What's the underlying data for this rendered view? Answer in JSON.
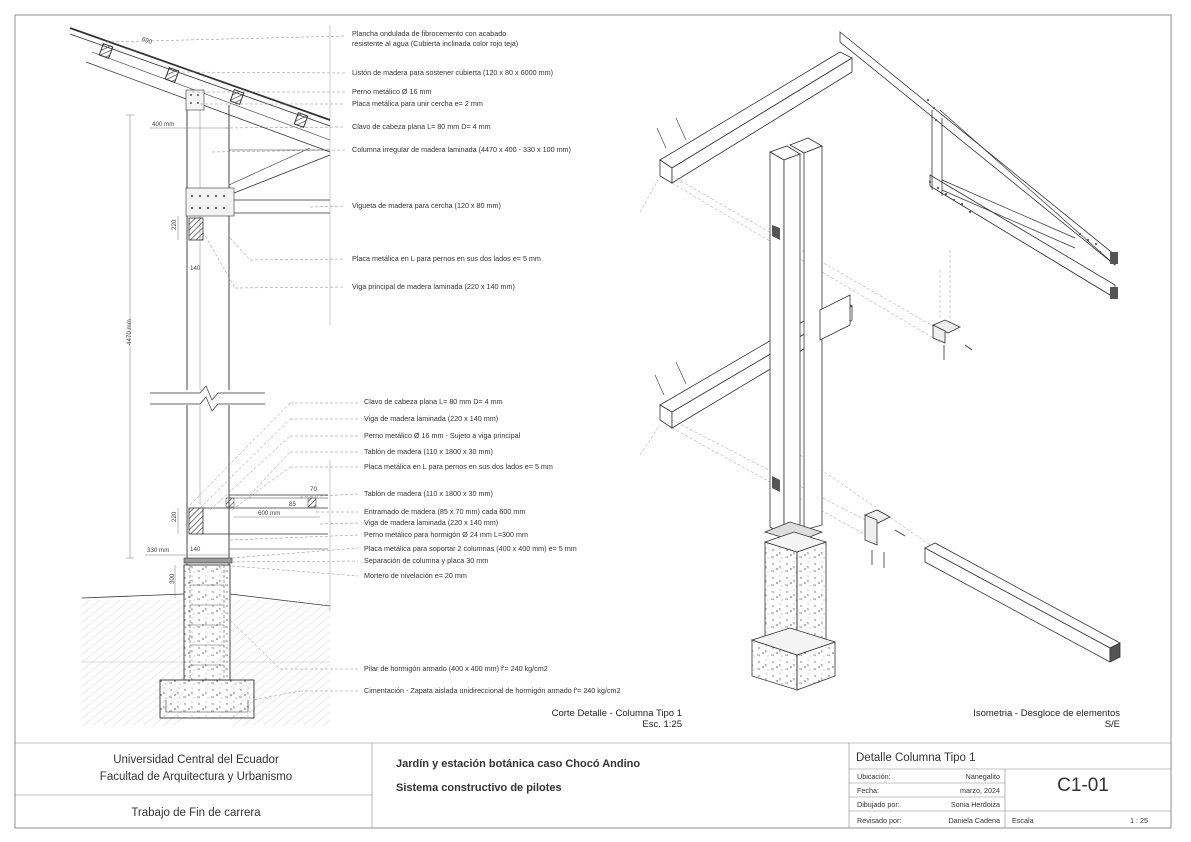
{
  "section": {
    "callouts_top": [
      "Plancha ondulada de fibrocemento con acabado",
      "resistente al agua (Cubierta inclinada color rojo teja)",
      "Listón de madera para sostener cubierta (120 x 80 x 6000 mm)",
      "Perno metálico  Ø 16 mm",
      "Placa metálica para unir cercha  e= 2 mm",
      "Clavo de cabeza plana  L= 80 mm D= 4 mm",
      "Columna irregular de madera laminada (4470 x 400 - 330 x 100  mm)",
      "Vigueta de madera para cercha (120 x 80 mm)",
      "Placa metálica en L para pernos en sus dos lados  e= 5 mm",
      "Viga principal de madera laminada (220 x 140 mm)"
    ],
    "callouts_bottom": [
      "Clavo de cabeza plana  L= 80 mm D= 4 mm",
      "Viga de madera laminada (220 x 140 mm)",
      "Perno metálico  Ø 16 mm - Sujeto a viga principal",
      "Tablón de madera (110 x 1800 x 30 mm)",
      "Placa metálica en L para pernos en sus dos lados  e= 5 mm",
      "Tablón de madera (110 x 1800 x 30 mm)",
      "Entramado de madera (85 x 70 mm) cada 600 mm",
      "Viga de madera laminada (220 x 140 mm)",
      "Perno metálico para hormigón  Ø 24 mm L=300 mm",
      "Placa metálica para soportar 2 columnas (400 x 400 mm)  e= 5 mm",
      "Separación de columna y placa 30 mm",
      "Mortero de nivelación  e= 20 mm",
      "Pilar de hormigón armado (400 x 400 mm)  f'= 240 kg/cm2",
      "Cimentación - Zapata aislada unidireccional de hormigón armado  f'= 240 kg/cm2"
    ],
    "dims": {
      "d600": "600",
      "d400": "400 mm",
      "d220a": "220",
      "d140a": "140",
      "d4470": "4470 mm",
      "d70": "70",
      "d85": "85",
      "d600b": "600 mm",
      "d220b": "220",
      "d330": "330 mm",
      "d140b": "140",
      "d300": "300"
    },
    "caption": "Corte Detalle - Columna Tipo 1",
    "scale": "Esc. 1:25"
  },
  "isometric": {
    "caption": "Isometria - Desgloce de elementos",
    "scale": "S/E"
  },
  "title_block": {
    "university": "Universidad Central del Ecuador",
    "faculty": "Facultad de Arquitectura y Urbanismo",
    "thesis": "Trabajo de Fin de carrera",
    "project": "Jardín y estación botánica caso Chocó Andino",
    "subtitle": "Sistema constructivo de pilotes",
    "sheet_title": "Detalle Columna Tipo 1",
    "fields": [
      {
        "label": "Ubicación:",
        "value": "Nanegalito"
      },
      {
        "label": "Fecha:",
        "value": "marzo, 2024"
      },
      {
        "label": "Dibujado por:",
        "value": "Sonia Herdoiza"
      },
      {
        "label": "Revisado por:",
        "value": "Daniela Cadena"
      }
    ],
    "sheet_code": "C1-01",
    "scale_label": "Escala",
    "scale_value": "1 : 25"
  },
  "colors": {
    "line": "#333333",
    "light": "#999999",
    "hatch": "#555555"
  }
}
